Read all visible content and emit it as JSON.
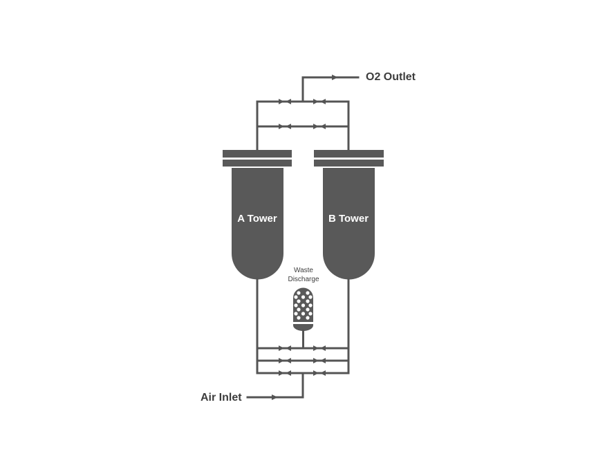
{
  "diagram": {
    "title": "",
    "labels": {
      "oxygen_outlet": "O2 Outlet",
      "air_inlet": "Air Inlet",
      "tower_a": "A Tower",
      "tower_b": "B Tower",
      "waste_discharge_line1": "Waste",
      "waste_discharge_line2": "Discharge"
    },
    "components": [
      {
        "id": "tower-a",
        "type": "adsorption-tower",
        "label": "A Tower"
      },
      {
        "id": "tower-b",
        "type": "adsorption-tower",
        "label": "B Tower"
      },
      {
        "id": "muffler",
        "type": "silencer",
        "label": "Waste Discharge"
      },
      {
        "id": "top-valve-manifold",
        "type": "valve-manifold",
        "rows": 2,
        "valves_per_row": 2
      },
      {
        "id": "bottom-valve-manifold",
        "type": "valve-manifold",
        "rows": 3,
        "valves_per_row": 2
      }
    ],
    "colors": {
      "equipment": "#595959",
      "pipe": "#545454",
      "text": "#3d3d3d",
      "background": "#ffffff"
    }
  }
}
